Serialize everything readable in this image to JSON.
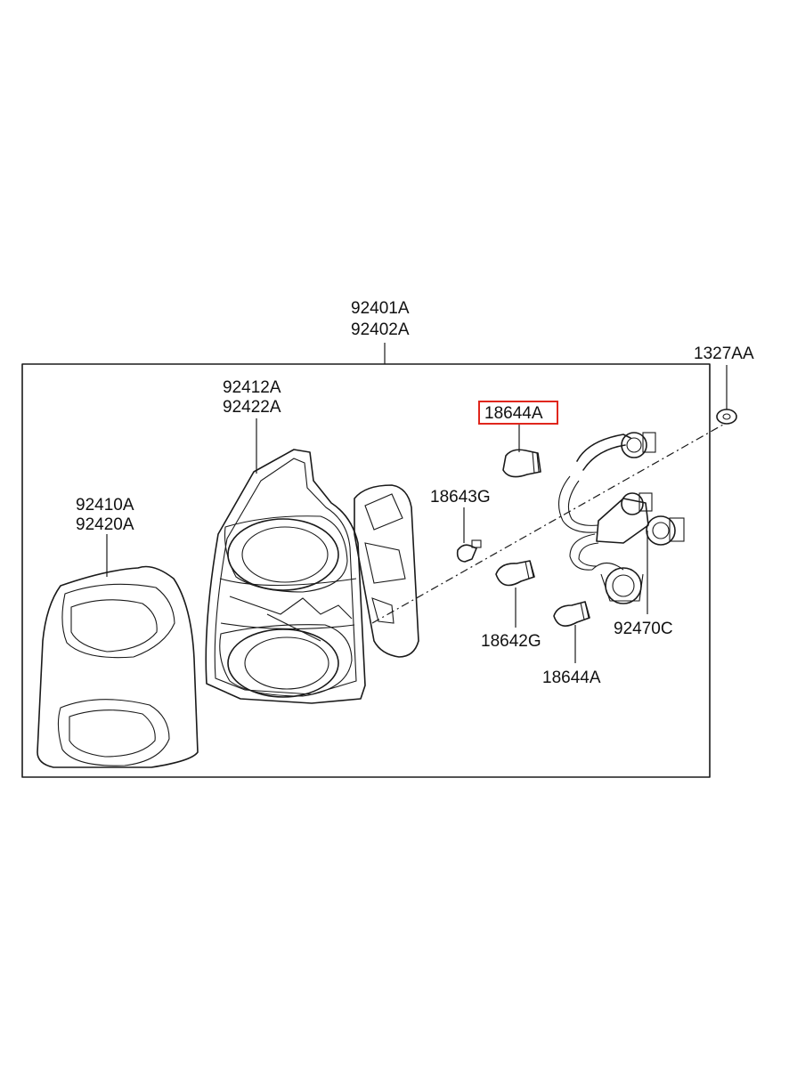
{
  "labels": {
    "assembly_top": "92401A",
    "assembly_bottom": "92402A",
    "housing_top": "92412A",
    "housing_bottom": "92422A",
    "lens_top": "92410A",
    "lens_bottom": "92420A",
    "bulb_highlighted": "18644A",
    "bulb_small": "18643G",
    "bulb_mid": "18642G",
    "bulb_lower": "18644A",
    "socket_harness": "92470C",
    "fastener": "1327AA"
  },
  "colors": {
    "line": "#1a1a1a",
    "highlight": "#e0261c",
    "background": "#ffffff"
  }
}
